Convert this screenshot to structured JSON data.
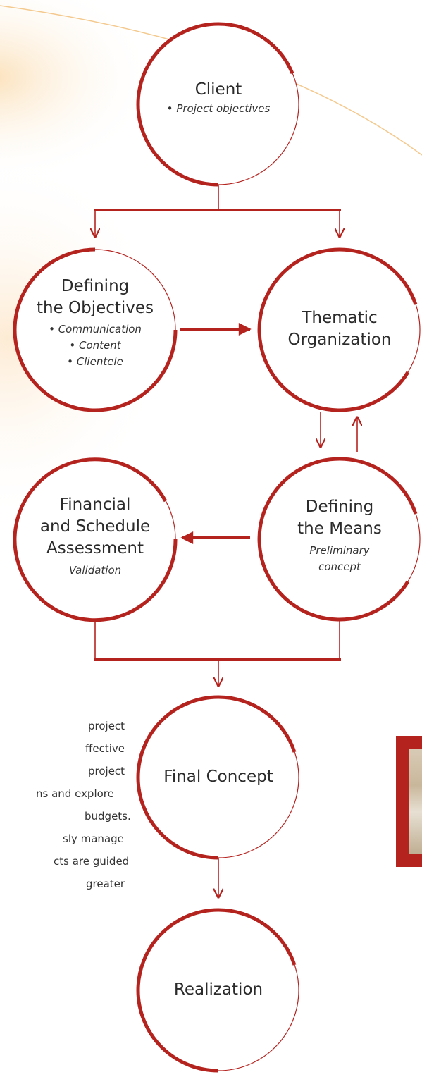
{
  "nodes": {
    "client": {
      "title": "Client",
      "items": [
        "Project objectives"
      ]
    },
    "objectives": {
      "title_lines": [
        "Defining",
        "the Objectives"
      ],
      "items": [
        "Communication",
        "Content",
        "Clientele"
      ]
    },
    "thematic": {
      "title_lines": [
        "Thematic",
        "Organization"
      ]
    },
    "financial": {
      "title_lines": [
        "Financial",
        "and Schedule",
        "Assessment"
      ],
      "note": "Validation"
    },
    "means": {
      "title_lines": [
        "Defining",
        "the Means"
      ],
      "note_lines": [
        "Preliminary",
        "concept"
      ]
    },
    "final": {
      "title": "Final Concept"
    },
    "realization": {
      "title": "Realization"
    }
  },
  "bullet_glyph": "•",
  "side_text_lines": [
    "project",
    "ffective",
    "project",
    "ns and explore",
    "budgets.",
    "sly manage",
    "cts are guided",
    "greater"
  ],
  "colors": {
    "accent": "#b5231f",
    "text": "#2b2b2b",
    "background_glow": "#fbe3c0"
  }
}
